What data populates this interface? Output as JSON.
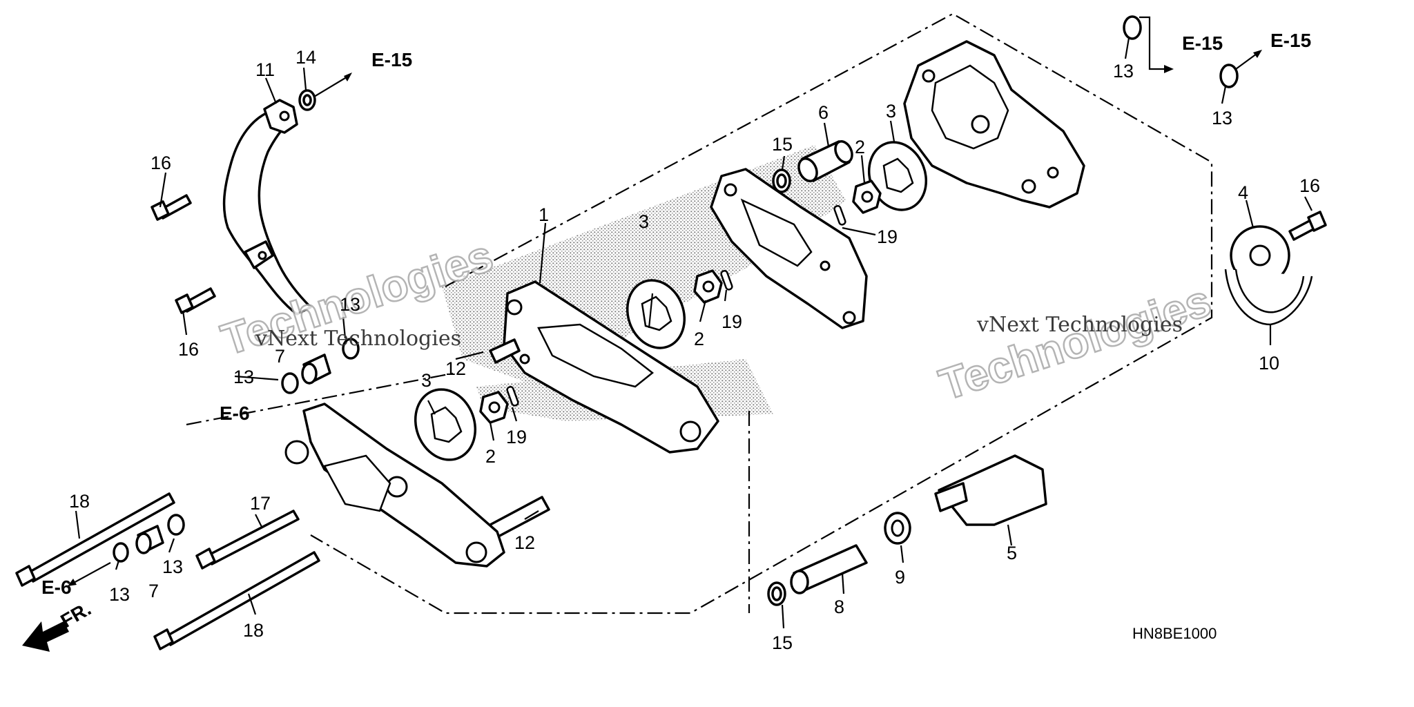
{
  "diagram": {
    "callouts": [
      {
        "id": "c1",
        "label": "1"
      },
      {
        "id": "c2a",
        "label": "2"
      },
      {
        "id": "c2b",
        "label": "2"
      },
      {
        "id": "c2c",
        "label": "2"
      },
      {
        "id": "c3a",
        "label": "3"
      },
      {
        "id": "c3b",
        "label": "3"
      },
      {
        "id": "c3c",
        "label": "3"
      },
      {
        "id": "c4",
        "label": "4"
      },
      {
        "id": "c5",
        "label": "5"
      },
      {
        "id": "c6",
        "label": "6"
      },
      {
        "id": "c7a",
        "label": "7"
      },
      {
        "id": "c7b",
        "label": "7"
      },
      {
        "id": "c8",
        "label": "8"
      },
      {
        "id": "c9",
        "label": "9"
      },
      {
        "id": "c10",
        "label": "10"
      },
      {
        "id": "c11",
        "label": "11"
      },
      {
        "id": "c12a",
        "label": "12"
      },
      {
        "id": "c12b",
        "label": "12"
      },
      {
        "id": "c13a",
        "label": "13"
      },
      {
        "id": "c13b",
        "label": "13"
      },
      {
        "id": "c13c",
        "label": "13"
      },
      {
        "id": "c13d",
        "label": "13"
      },
      {
        "id": "c13e",
        "label": "13"
      },
      {
        "id": "c13f",
        "label": "13"
      },
      {
        "id": "c14",
        "label": "14"
      },
      {
        "id": "c15a",
        "label": "15"
      },
      {
        "id": "c15b",
        "label": "15"
      },
      {
        "id": "c16a",
        "label": "16"
      },
      {
        "id": "c16b",
        "label": "16"
      },
      {
        "id": "c16c",
        "label": "16"
      },
      {
        "id": "c17",
        "label": "17"
      },
      {
        "id": "c18a",
        "label": "18"
      },
      {
        "id": "c18b",
        "label": "18"
      },
      {
        "id": "c19a",
        "label": "19"
      },
      {
        "id": "c19b",
        "label": "19"
      },
      {
        "id": "c19c",
        "label": "19"
      }
    ],
    "references": [
      {
        "id": "r1",
        "label": "E-15"
      },
      {
        "id": "r2",
        "label": "E-15"
      },
      {
        "id": "r3",
        "label": "E-15"
      },
      {
        "id": "r4",
        "label": "E-6"
      },
      {
        "id": "r5",
        "label": "E-6"
      }
    ],
    "front_label": "FR.",
    "diagram_code": "HN8BE1000",
    "watermarks": [
      {
        "id": "w1",
        "label": "vNext Technologies"
      },
      {
        "id": "w2",
        "label": "vNext Technologies"
      }
    ]
  }
}
